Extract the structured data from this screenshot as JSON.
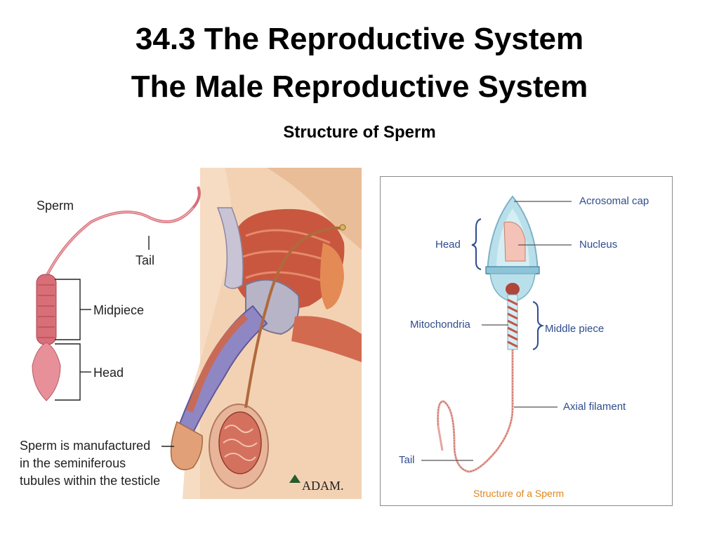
{
  "slide": {
    "title_line1": "34.3 The Reproductive System",
    "title_line2": "The Male Reproductive System",
    "subtitle": "Structure of Sperm"
  },
  "left_figure": {
    "labels": {
      "sperm": "Sperm",
      "tail": "Tail",
      "midpiece": "Midpiece",
      "head": "Head"
    },
    "caption_lines": [
      "Sperm is manufactured",
      "in the seminiferous",
      "tubules within the testicle"
    ],
    "logo": "ADAM."
  },
  "right_figure": {
    "labels": {
      "acrosomal_cap": "Acrosomal cap",
      "head": "Head",
      "nucleus": "Nucleus",
      "mitochondria": "Mitochondria",
      "middle_piece": "Middle piece",
      "axial_filament": "Axial filament",
      "tail": "Tail"
    },
    "caption": "Structure of a Sperm",
    "colors": {
      "label_blue": "#2e4c8f",
      "caption_orange": "#e0861a",
      "bracket_blue": "#2e4c8f"
    }
  }
}
